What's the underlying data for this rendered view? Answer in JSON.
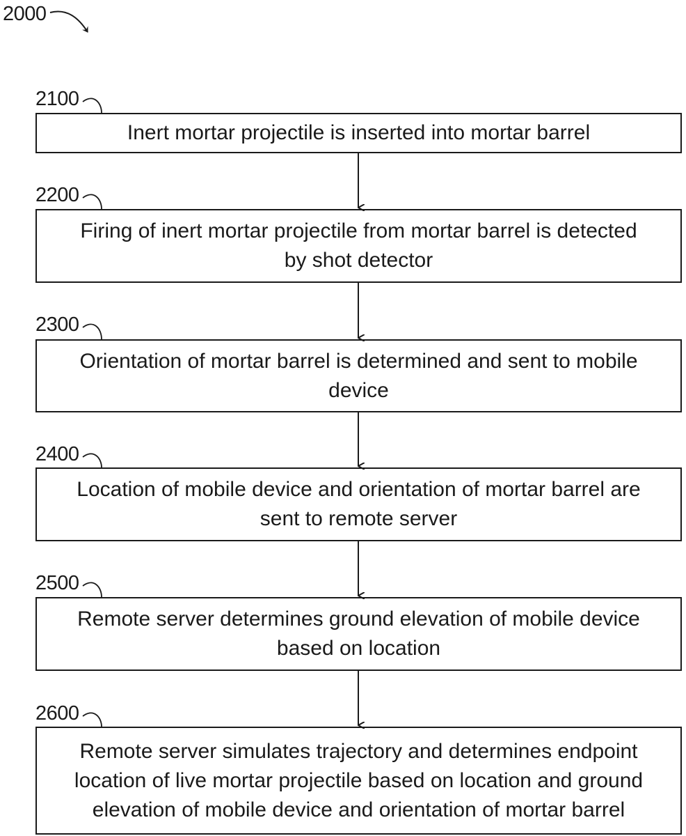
{
  "figure": {
    "label": "2000"
  },
  "steps": [
    {
      "id": "2100",
      "text": "Inert mortar projectile is inserted into mortar barrel"
    },
    {
      "id": "2200",
      "text": "Firing of inert mortar projectile from mortar barrel is detected\nby shot detector"
    },
    {
      "id": "2300",
      "text": "Orientation of mortar barrel is determined and sent to mobile\ndevice"
    },
    {
      "id": "2400",
      "text": "Location of mobile device and orientation of mortar barrel are\nsent to remote server"
    },
    {
      "id": "2500",
      "text": "Remote server determines ground elevation of mobile device\nbased on location"
    },
    {
      "id": "2600",
      "text": "Remote server simulates trajectory and determines endpoint\nlocation of live mortar projectile based on location and ground\nelevation of mobile device and orientation of mortar barrel"
    }
  ]
}
